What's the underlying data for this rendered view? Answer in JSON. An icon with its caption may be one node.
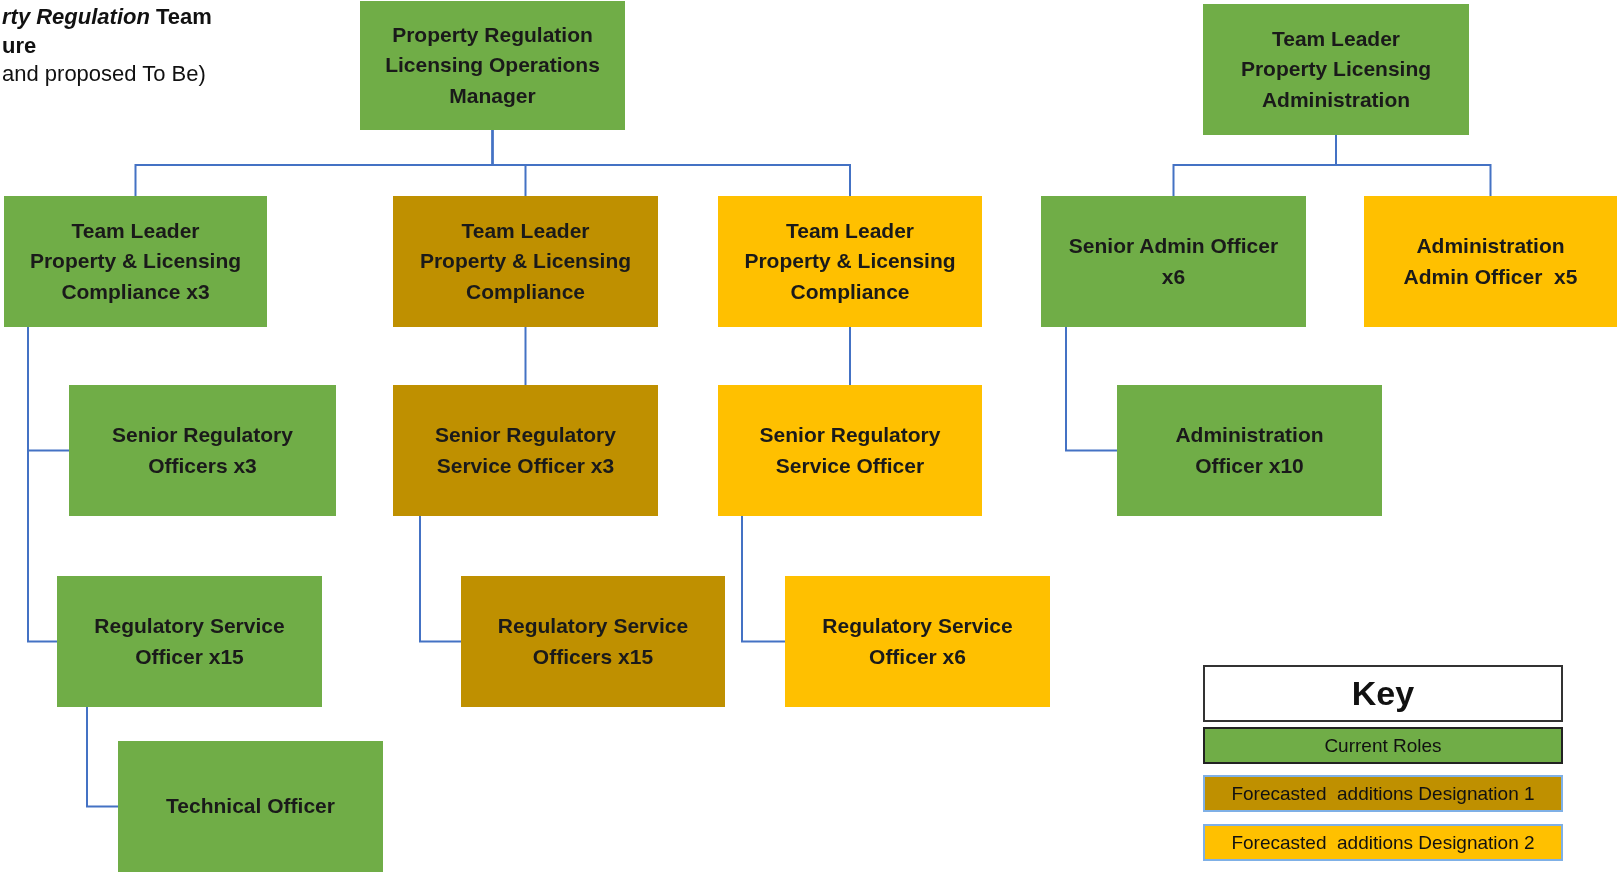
{
  "diagram": {
    "nodes": [
      {
        "text": [
          "Property Regulation Licensing Operations Manager"
        ]
      },
      {
        "text": [
          "Team Leader Property Licensing Administration"
        ]
      },
      {
        "text": [
          "Team Leader Property & Licensing Compliance x3"
        ]
      },
      {
        "text": [
          "Team Leader Property & Licensing Compliance"
        ]
      },
      {
        "text": [
          "Team Leader Property & Licensing Compliance"
        ]
      },
      {
        "text": [
          "Senior Admin Officer x6"
        ]
      },
      {
        "text": [
          "Administration Admin Officer  x5"
        ]
      },
      {
        "text": [
          "Senior Regulatory Officers x3"
        ]
      },
      {
        "text": [
          "Senior Regulatory Service Officer x3"
        ]
      },
      {
        "text": [
          "Senior Regulatory Service Officer"
        ]
      },
      {
        "text": [
          "Administration Officer x10"
        ]
      },
      {
        "text": [
          "Regulatory Service Officer x15"
        ]
      },
      {
        "text": [
          "Regulatory Service Officers x15"
        ]
      },
      {
        "text": [
          "Regulatory Service Officer x6"
        ]
      },
      {
        "text": [
          "Technical Officer"
        ]
      }
    ],
    "edges": [
      {
        "from": 0,
        "to": 2,
        "arrow": "none"
      },
      {
        "from": 0,
        "to": 3,
        "arrow": "none"
      },
      {
        "from": 0,
        "to": 4,
        "arrow": "none"
      },
      {
        "from": 1,
        "to": 5,
        "arrow": "none"
      },
      {
        "from": 1,
        "to": 6,
        "arrow": "none"
      },
      {
        "from": 2,
        "to": 7,
        "arrow": "none"
      },
      {
        "from": 2,
        "to": 11,
        "arrow": "none"
      },
      {
        "from": 11,
        "to": 14,
        "arrow": "none"
      },
      {
        "from": 3,
        "to": 8,
        "arrow": "none"
      },
      {
        "from": 8,
        "to": 12,
        "arrow": "none"
      },
      {
        "from": 4,
        "to": 9,
        "arrow": "none"
      },
      {
        "from": 9,
        "to": 13,
        "arrow": "none"
      },
      {
        "from": 5,
        "to": 10,
        "arrow": "none"
      }
    ],
    "labels": [
      "*rty Regulation* Team",
      "ure",
      "and proposed To Be)",
      "Key"
    ],
    "legend": [
      {
        "text": "Current Roles",
        "color": "#70ad47"
      },
      {
        "text": "Forecasted  additions Designation 1",
        "color": "#bf9000"
      },
      {
        "text": "Forecasted  additions Designation 2",
        "color": "#ffc000"
      }
    ]
  }
}
